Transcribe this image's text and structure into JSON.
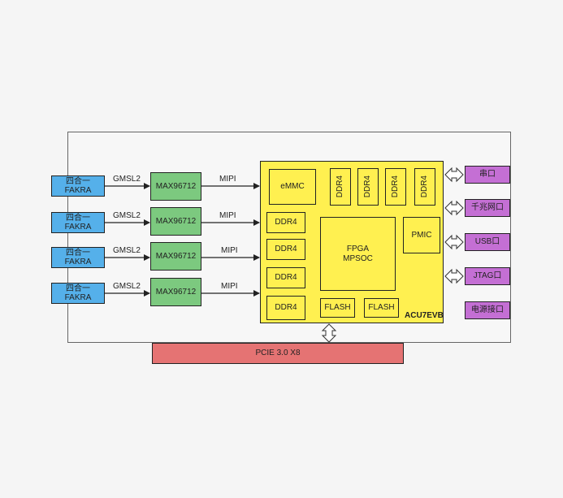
{
  "inputs": [
    {
      "line1": "四合一",
      "line2": "FAKRA"
    },
    {
      "line1": "四合一",
      "line2": "FAKRA"
    },
    {
      "line1": "四合一",
      "line2": "FAKRA"
    },
    {
      "line1": "四合一",
      "line2": "FAKRA"
    }
  ],
  "link_label": "GMSL2",
  "deserializer": "MAX96712",
  "mipi_label": "MIPI",
  "board": {
    "name": "ACU7EVB",
    "emmc": "eMMC",
    "ddr_top": [
      "DDR4",
      "DDR4",
      "DDR4",
      "DDR4"
    ],
    "ddr_left": [
      "DDR4",
      "DDR4",
      "DDR4",
      "DDR4"
    ],
    "fpga_line1": "FPGA",
    "fpga_line2": "MPSOC",
    "pmic": "PMIC",
    "flash": [
      "FLASH",
      "FLASH"
    ]
  },
  "ports": [
    "串口",
    "千兆网口",
    "USB口",
    "JTAG口",
    "电源接口"
  ],
  "pcie": "PCIE 3.0 X8",
  "colors": {
    "fakra": "#55b0ea",
    "max": "#7cc97f",
    "fpga": "#fff050",
    "port": "#c46fd4",
    "pcie": "#e57373"
  }
}
